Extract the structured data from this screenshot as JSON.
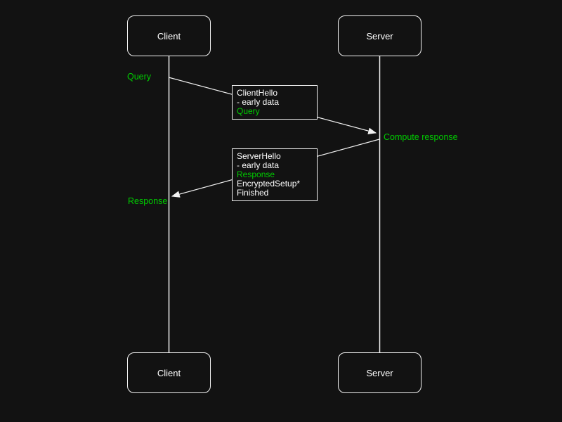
{
  "diagram": {
    "type": "sequence-diagram",
    "actors": {
      "client_top": "Client",
      "server_top": "Server",
      "client_bottom": "Client",
      "server_bottom": "Server"
    },
    "messages": {
      "client_to_server": {
        "line1": "ClientHello",
        "line2": "- early data",
        "line3": "Query"
      },
      "server_to_client": {
        "line1": "ServerHello",
        "line2": "- early data",
        "line3": "Response",
        "line4": "EncryptedSetup*",
        "line5": "Finished"
      }
    },
    "annotations": {
      "query": "Query",
      "compute_response": "Compute response",
      "response": "Response"
    },
    "colors": {
      "background": "#121212",
      "line": "#f2f2f2",
      "text": "#ffffff",
      "accent_green": "#00cc00"
    }
  }
}
